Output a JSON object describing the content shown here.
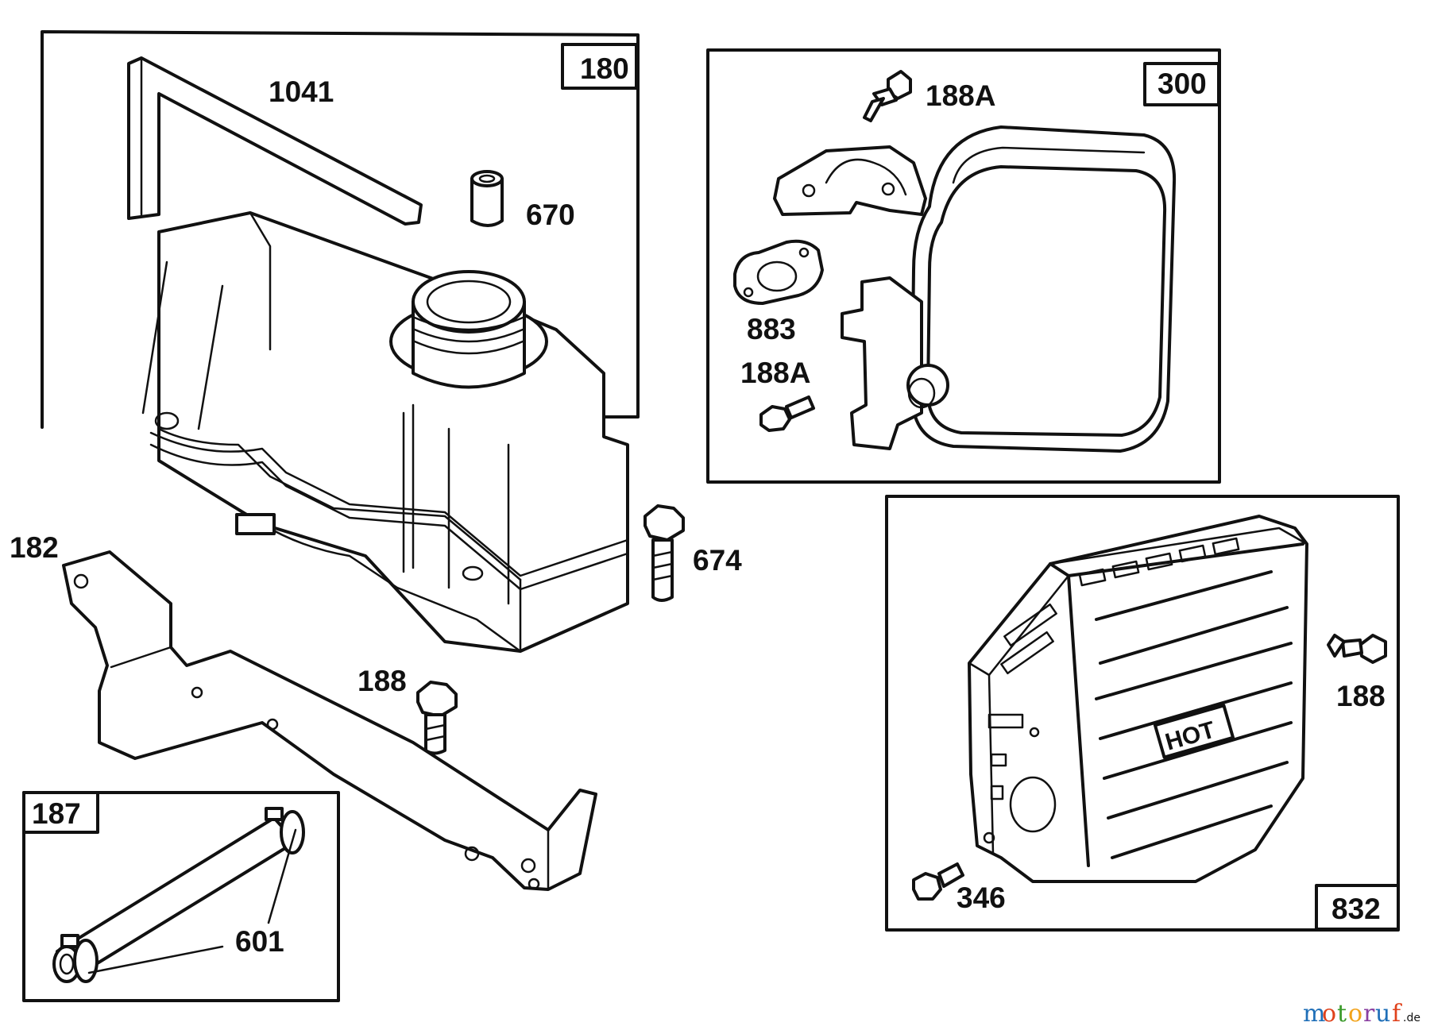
{
  "boxes": {
    "tank_assembly": "180",
    "muffler_assembly": "300",
    "fuel_line_assembly": "187",
    "guard_assembly": "832"
  },
  "parts": {
    "fuel_tank_bracket": "1041",
    "bushing": "670",
    "tank_mount_bracket": "182",
    "tank_screw": "674",
    "bracket_screw": "188",
    "muffler_screw_top": "188A",
    "muffler_screw_lower": "188A",
    "exhaust_gasket": "883",
    "hose_clamp": "601",
    "guard_screw_right": "188",
    "guard_screw_left": "346"
  },
  "guard_text": "HOT",
  "watermark": {
    "letters": [
      "m",
      "o",
      "t",
      "o",
      "r",
      "u",
      "f"
    ],
    "suffix": ".de",
    "colors": [
      "#1f6fb8",
      "#e0421c",
      "#3a9a2a",
      "#f2a31b",
      "#8a3fa0",
      "#1f6fb8",
      "#e0421c"
    ]
  }
}
